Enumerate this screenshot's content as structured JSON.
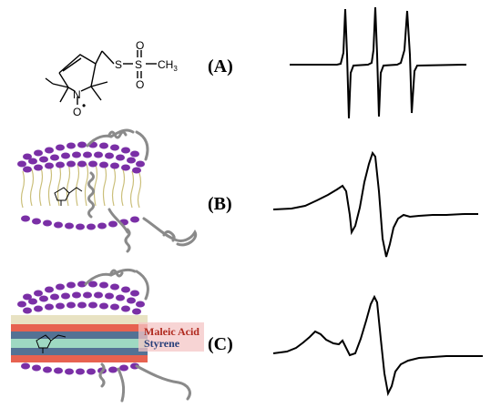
{
  "panels": [
    {
      "label": "(A)"
    },
    {
      "label": "(B)"
    },
    {
      "label": "(C)"
    }
  ],
  "molecule": {
    "atoms": {
      "N": "N",
      "O": "O",
      "radical": "•",
      "S1": "S",
      "S2": "S",
      "O_top": "O",
      "O_bottom": "O",
      "CH": "CH",
      "sub3": "3"
    }
  },
  "nanodisc": {
    "maleic_label": "Maleic Acid",
    "styrene_label": "Styrene",
    "colors": {
      "headgroup": "#7a2fa6",
      "tail": "#cbbf7a",
      "protein": "#8a8a8a",
      "maleic": "#e64b3c",
      "styrene": "#3a5e8c",
      "teal": "#7fd6c2"
    }
  }
}
